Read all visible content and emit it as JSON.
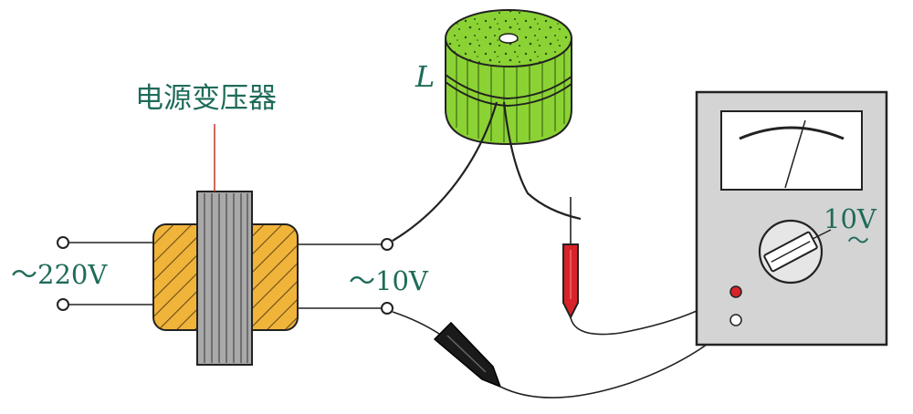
{
  "labels": {
    "transformer": "电源变压器",
    "inductor": "L",
    "input_voltage": "～220V",
    "output_voltage": "～10V",
    "meter_range": "10V",
    "meter_range_symbol": "～"
  },
  "colors": {
    "label_text": "#1f6b5a",
    "transformer_winding": "#f0b43a",
    "transformer_core": "#a9a9a9",
    "coil_body": "#8bd334",
    "meter_body": "#d4d4d4",
    "probe_red": "#d8232a",
    "probe_black": "#1a1a1a",
    "pointer_line": "#c0392b"
  }
}
